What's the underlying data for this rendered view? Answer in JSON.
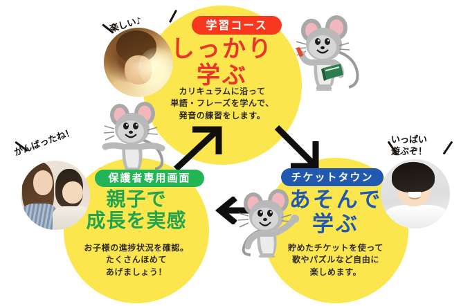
{
  "page": {
    "title": "学習サイクル図",
    "background_color": "#ffffff",
    "circle_color": "#FBE64D"
  },
  "nodes": [
    {
      "id": "learn",
      "badge_label": "学習コース",
      "badge_color": "#F7381F",
      "headline": "しっかり\n学ぶ",
      "headline_color": "#E8342A",
      "body": "カリキュラムに沿って\n単語・フレーズを学んで、\n発音の練習をします。"
    },
    {
      "id": "ticket",
      "badge_label": "チケットタウン",
      "badge_color": "#2159B0",
      "headline": "あそんで\n学ぶ",
      "headline_color": "#2159B0",
      "body": "貯めたチケットを使って\n歌やパズルなど自由に\n楽しめます。"
    },
    {
      "id": "parent",
      "badge_label": "保護者専用画面",
      "badge_color": "#22B455",
      "headline": "親子で\n成長を実感",
      "headline_color": "#22A34F",
      "body": "お子様の進捗状況を確認。\nたくさんほめて\nあげましょう！"
    }
  ],
  "callouts": [
    {
      "id": "fun",
      "text": "楽しい♪"
    },
    {
      "id": "good-job",
      "text": "がんばったね！"
    },
    {
      "id": "play-lots",
      "text": "いっぱい\n遊ぶぞ！"
    }
  ],
  "photos": [
    {
      "id": "child",
      "alt": "笑顔の子ども"
    },
    {
      "id": "parent-child",
      "alt": "お母さんと子ども"
    },
    {
      "id": "boy",
      "alt": "笑顔の男の子"
    }
  ],
  "mascots": [
    {
      "id": "mouse-book",
      "alt": "本と鉛筆を持つネズミ"
    },
    {
      "id": "mouse-cheer",
      "alt": "両手を広げるネズミ"
    },
    {
      "id": "mouse-wave",
      "alt": "手をふるネズミ"
    }
  ],
  "arrows": [
    {
      "id": "parent-to-learn",
      "direction": "up-right"
    },
    {
      "id": "learn-to-ticket",
      "direction": "down-right"
    },
    {
      "id": "ticket-to-parent",
      "direction": "left"
    }
  ]
}
